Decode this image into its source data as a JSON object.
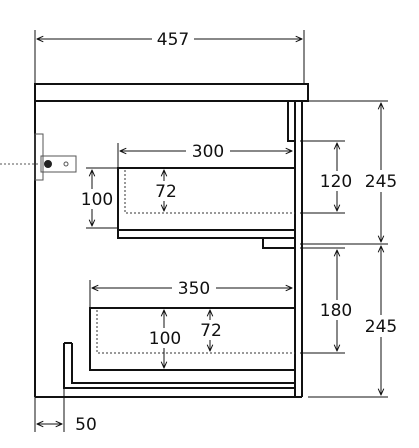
{
  "drawing": {
    "line_color": "#111111",
    "dash_color": "#333333",
    "background": "#ffffff"
  },
  "dimensions": {
    "overall_width": "457",
    "upper_drawer_depth": "300",
    "upper_drawer_front_height": "100",
    "upper_drawer_inner_height": "72",
    "upper_clearance": "120",
    "upper_section_height": "245",
    "lower_drawer_depth": "350",
    "lower_clearance": "180",
    "lower_drawer_front_height": "100",
    "lower_drawer_inner_height": "72",
    "lower_section_height": "245",
    "side_offset": "50"
  }
}
